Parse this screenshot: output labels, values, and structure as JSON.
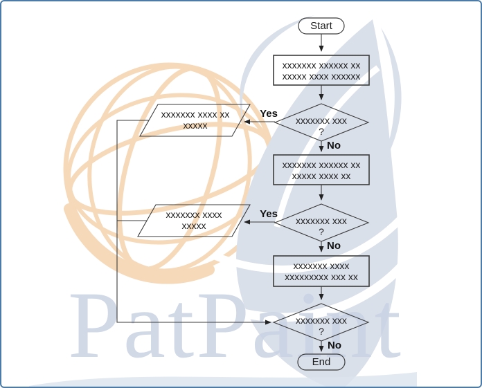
{
  "frame": {
    "border_color": "#4d7ba7",
    "background": "#ffffff"
  },
  "watermark": {
    "text": "PatPaint",
    "text_color": "#c9d3e3",
    "globe_color": "#f6d5b2",
    "leaf_color": "#d9e0ea"
  },
  "flowchart": {
    "stroke_color": "#3b3b3b",
    "text_color": "#1c1c1c",
    "start": {
      "label": "Start"
    },
    "process1": {
      "line1": "xxxxxxx xxxxxx xx",
      "line2": "xxxxx xxxx xxxxxx"
    },
    "decision1": {
      "line1": "xxxxxxx xxx",
      "line2": "?",
      "yes": "Yes",
      "no": "No"
    },
    "io1": {
      "line1": "xxxxxxx xxxx xx",
      "line2": "xxxxx"
    },
    "process2": {
      "line1": "xxxxxxx xxxxxx xx",
      "line2": "xxxxx xxxx xx"
    },
    "decision2": {
      "line1": "xxxxxxx xxx",
      "line2": "?",
      "yes": "Yes",
      "no": "No"
    },
    "io2": {
      "line1": "xxxxxxx xxxx",
      "line2": "xxxxx"
    },
    "process3": {
      "line1": "xxxxxxx xxxx",
      "line2": "xxxxxxxxx xxx xx"
    },
    "decision3": {
      "line1": "xxxxxxx xxx",
      "line2": "?",
      "no": "No"
    },
    "end": {
      "label": "End"
    }
  }
}
